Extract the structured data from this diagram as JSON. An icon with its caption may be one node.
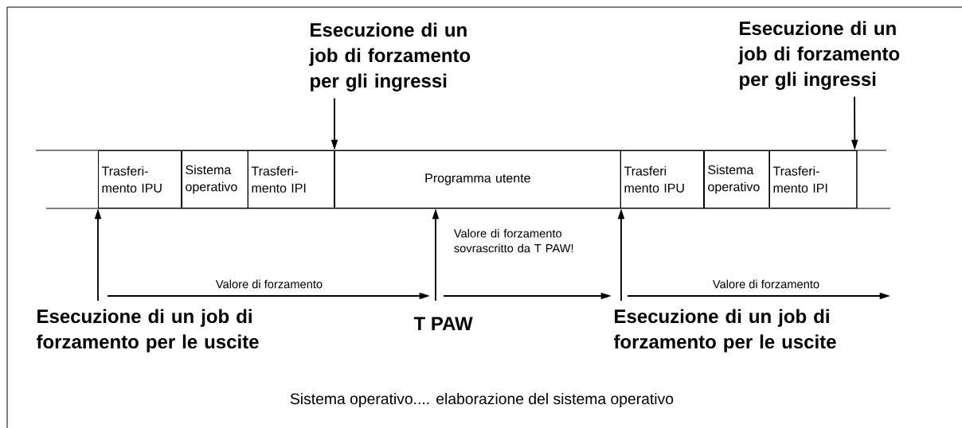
{
  "diagram": {
    "nodes": [
      {
        "text": [
          "Trasferi- mento IPU"
        ]
      },
      {
        "text": [
          "Sistema operativo"
        ]
      },
      {
        "text": [
          "Trasferi- mento IPI"
        ]
      },
      {
        "text": [
          "Programma utente"
        ]
      },
      {
        "text": [
          "Trasferi mento IPU"
        ]
      },
      {
        "text": [
          "Sistema operativo"
        ]
      },
      {
        "text": [
          "Trasferi- mento IPI"
        ]
      },
      {
        "text": [
          "Esecuzione di un job di forzamento per gli ingressi"
        ]
      },
      {
        "text": [
          "Esecuzione di un job di forzamento per gli ingressi"
        ]
      },
      {
        "text": [
          "Esecuzione di un job di forzamento per le uscite"
        ]
      },
      {
        "text": [
          "T PAW"
        ]
      },
      {
        "text": [
          "Esecuzione di un job di forzamento per le uscite"
        ]
      }
    ],
    "edges": [
      {
        "from": 7,
        "to": 2,
        "arrow": "to"
      },
      {
        "from": 8,
        "to": 6,
        "arrow": "to"
      },
      {
        "from": 9,
        "to": 0,
        "arrow": "to"
      },
      {
        "from": 10,
        "to": 3,
        "arrow": "to"
      },
      {
        "from": 11,
        "to": 4,
        "arrow": "to"
      },
      {
        "from": 9,
        "to": 10,
        "arrow": "to",
        "label": "Valore di forzamento"
      },
      {
        "from": 10,
        "to": 11,
        "arrow": "to",
        "label": "Valore di forzamento sovrascritto da T PAW!"
      },
      {
        "from": 11,
        "to": null,
        "arrow": "to",
        "label": "Valore di forzamento"
      }
    ],
    "labels": [
      "Sistema operativo.... elaborazione del sistema operativo"
    ]
  }
}
